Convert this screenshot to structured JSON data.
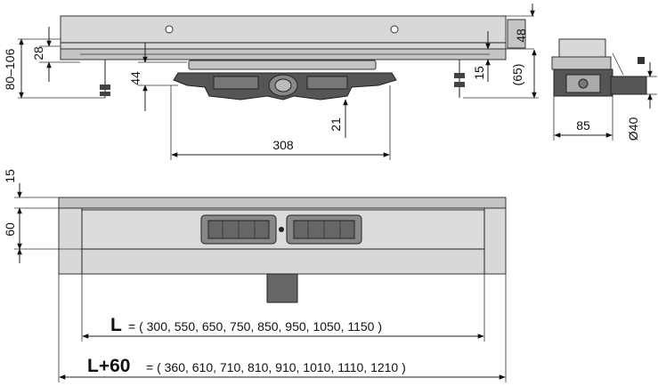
{
  "side_view": {
    "dim_80_106": "80–106",
    "dim_28": "28",
    "dim_44": "44",
    "dim_308": "308",
    "dim_21": "21",
    "dim_15": "15",
    "dim_65": "(65)",
    "dim_48": "48"
  },
  "end_view": {
    "dim_85": "85",
    "dim_d40": "Ø40"
  },
  "top_view": {
    "dim_15": "15",
    "dim_60": "60",
    "length_label": "L",
    "length_values": "= ( 300, 550, 650, 750, 850, 950, 1050, 1150 )",
    "total_label": "L+60",
    "total_values": "= ( 360, 610, 710, 810, 910, 1010, 1110, 1210 )"
  }
}
